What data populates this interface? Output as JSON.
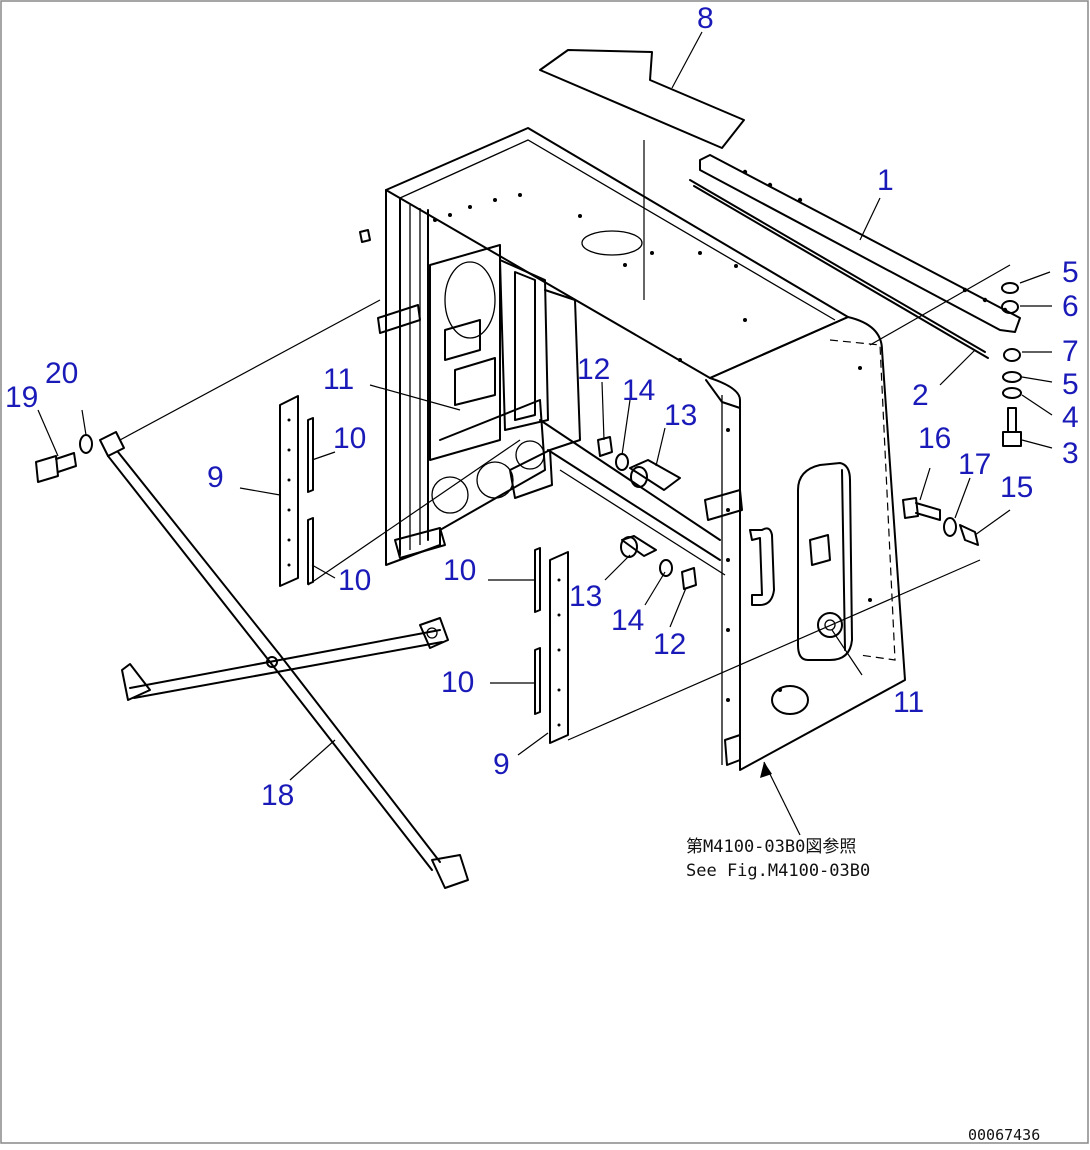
{
  "callouts": {
    "c1": "1",
    "c2": "2",
    "c3": "3",
    "c4": "4",
    "c5a": "5",
    "c5b": "5",
    "c6": "6",
    "c7": "7",
    "c8": "8",
    "c9a": "9",
    "c9b": "9",
    "c10a": "10",
    "c10b": "10",
    "c10c": "10",
    "c10d": "10",
    "c11a": "11",
    "c11b": "11",
    "c12a": "12",
    "c12b": "12",
    "c13a": "13",
    "c13b": "13",
    "c14a": "14",
    "c14b": "14",
    "c15": "15",
    "c16": "16",
    "c17": "17",
    "c18": "18",
    "c19": "19",
    "c20": "20"
  },
  "note": {
    "line1": "第M4100-03B0図参照",
    "line2": "See Fig.M4100-03B0"
  },
  "drawing_number": "00067436",
  "colors": {
    "callout": "#1a1ab8",
    "line": "#000000",
    "background": "#ffffff"
  }
}
